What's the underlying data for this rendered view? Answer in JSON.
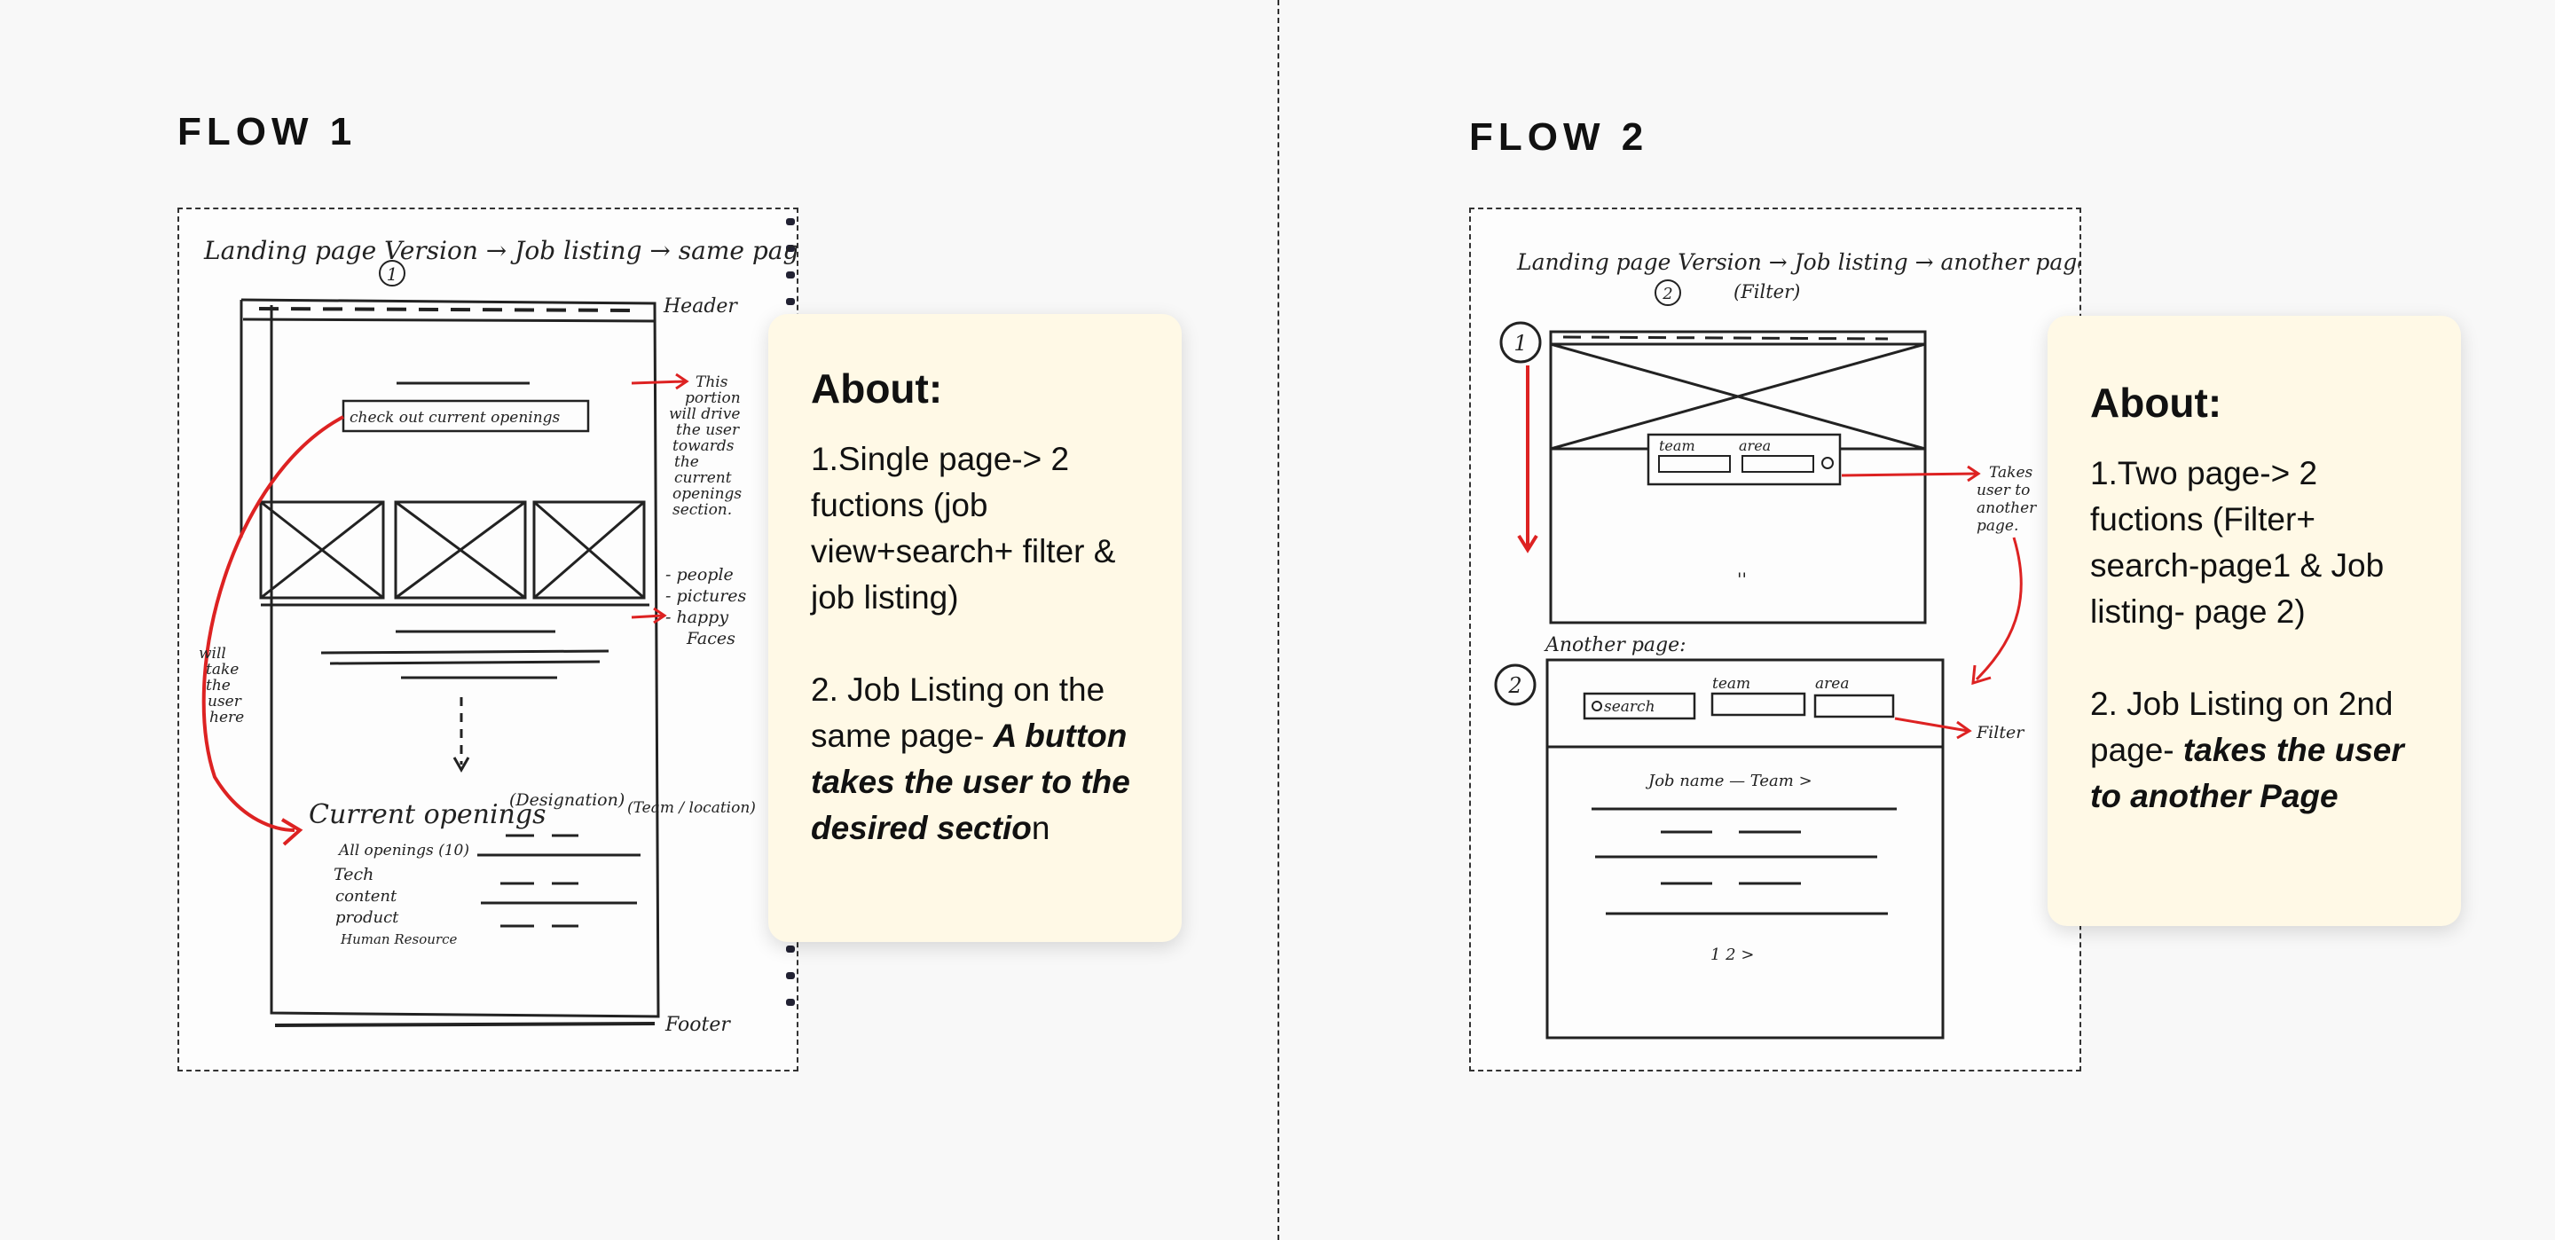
{
  "flow1": {
    "title": "FLOW 1",
    "sketch": {
      "heading": "Landing page Version → Job listing → same page",
      "version_marker": "1",
      "header_label": "Header",
      "cta_label": "check out current openings",
      "annotation_portion": [
        "This",
        "portion",
        "will drive",
        "the user",
        "towards",
        "the",
        "current",
        "openings",
        "section."
      ],
      "annotation_people": [
        "- people",
        "- pictures",
        "- happy",
        "Faces"
      ],
      "annotation_take": [
        "will",
        "take",
        "the",
        "user",
        "here"
      ],
      "openings_title": "Current openings",
      "designation_label": "(Designation)",
      "team_location_label": "(Team / location)",
      "categories": [
        "All openings (10)",
        "Tech",
        "content",
        "product",
        "Human Resource"
      ],
      "footer_label": "Footer"
    },
    "note": {
      "heading": "About:",
      "point1": "1.Single page-> 2 fuctions (job view+search+ filter & job listing)",
      "point2_plain": "2. Job Listing on the same page- ",
      "point2_emph": "A button takes the user to the desired sectio",
      "point2_tail": "n"
    }
  },
  "flow2": {
    "title": "FLOW 2",
    "sketch": {
      "heading": "Landing page Version → Job listing → another page",
      "heading_sub": "(Filter)",
      "version_marker": "2",
      "marker_1": "1",
      "marker_2": "2",
      "team_label": "team",
      "area_label": "area",
      "annotation_takes": [
        "Takes",
        "user to",
        "another",
        "page."
      ],
      "another_page_label": "Another page:",
      "search_label": "search",
      "filter_label": "Filter",
      "job_row": "Job name — Team  >",
      "pagination": "1 2 >"
    },
    "note": {
      "heading": "About:",
      "point1": "1.Two page-> 2 fuctions (Filter+ search-page1 & Job listing- page 2)",
      "point2_plain": "2. Job Listing on 2nd page- ",
      "point2_emph": "takes the user to another Page"
    }
  }
}
